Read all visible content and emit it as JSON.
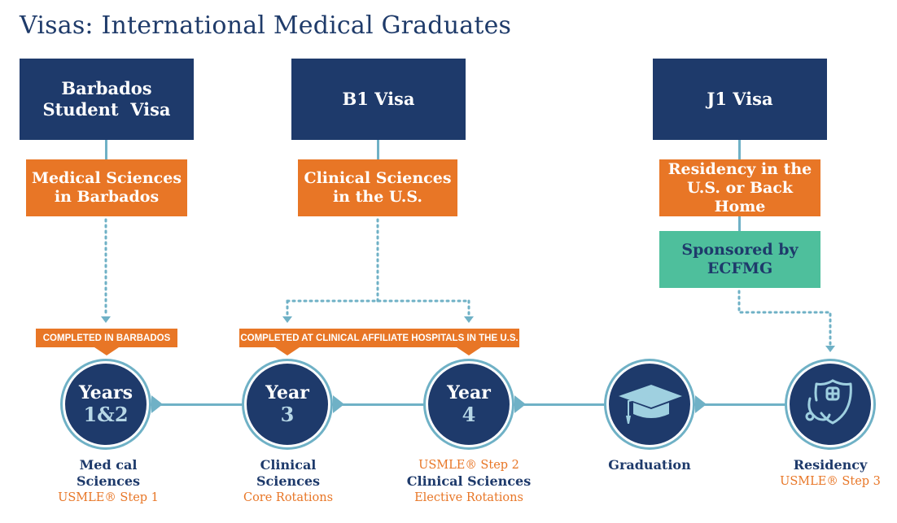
{
  "title": "Visas: International Medical Graduates",
  "visas": [
    {
      "label_line1": "Barbados",
      "label_line2": "Student  Visa"
    },
    {
      "label": "B1 Visa"
    },
    {
      "label": "J1 Visa"
    }
  ],
  "phases": [
    {
      "line1": "Medical Sciences",
      "line2": "in Barbados"
    },
    {
      "line1": "Clinical Sciences",
      "line2": "in the U.S."
    },
    {
      "line1": "Residency in the",
      "line2": "U.S. or Back Home"
    }
  ],
  "sponsor": {
    "line1": "Sponsored by",
    "line2": "ECFMG"
  },
  "banners": [
    "COMPLETED IN BARBADOS",
    "COMPLETED AT CLINICAL AFFILIATE HOSPITALS IN THE U.S."
  ],
  "stages": [
    {
      "circle_top": "Years",
      "circle_big": "1&2",
      "name_line1": "Med cal",
      "name_line2": "Sciences",
      "exam_below": "USMLE® Step 1",
      "detail": ""
    },
    {
      "circle_top": "Year",
      "circle_big": "3",
      "name_line1": "Clinical",
      "name_line2": "Sciences",
      "detail": "Core Rotations"
    },
    {
      "circle_top": "Year",
      "circle_big": "4",
      "exam_above": "USMLE® Step 2",
      "name_line1": "Clinical Sciences",
      "detail": "Elective Rotations"
    },
    {
      "icon": "graduation-cap-icon",
      "name_line1": "Graduation"
    },
    {
      "icon": "medical-shield-stethoscope-icon",
      "name_line1": "Residency",
      "exam_below": "USMLE® Step 3"
    }
  ],
  "colors": {
    "navy": "#1e3a6b",
    "orange": "#e87626",
    "teal": "#4ebf9c",
    "connector": "#6fb1c6",
    "title": "#1f3b6a"
  }
}
